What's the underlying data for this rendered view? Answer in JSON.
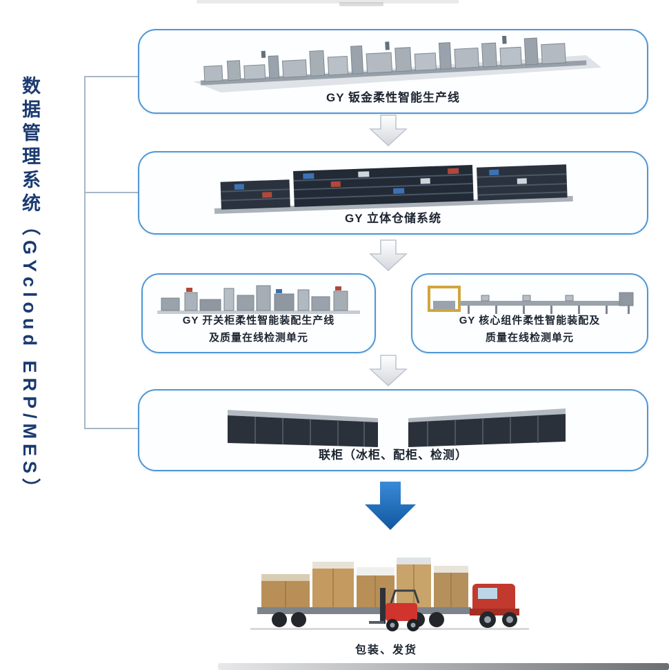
{
  "sidebar": {
    "label": "数据管理系统（GYcloud ERP/MES）"
  },
  "stages": {
    "sheet_metal": {
      "caption": "GY 钣金柔性智能生产线"
    },
    "warehouse": {
      "caption": "GY 立体仓储系统"
    },
    "switchgear": {
      "caption_line1": "GY 开关柜柔性智能装配生产线",
      "caption_line2": "及质量在线检测单元"
    },
    "core_component": {
      "caption_line1": "GY 核心组件柔性智能装配及",
      "caption_line2": "质量在线检测单元"
    },
    "cabinet_test": {
      "caption": "联柜（冰柜、配柜、检测）"
    },
    "shipping": {
      "caption": "包装、发货"
    }
  },
  "icons": {
    "flow_down_arrow": "⇩",
    "final_down_arrow": "⬇"
  },
  "colors": {
    "box_border": "#4e97d6",
    "final_arrow_blue": "#1b6cc2",
    "sidebar_text": "#1b3a70",
    "caption_text": "#1c2430",
    "connector_line": "#a7b6c6"
  }
}
